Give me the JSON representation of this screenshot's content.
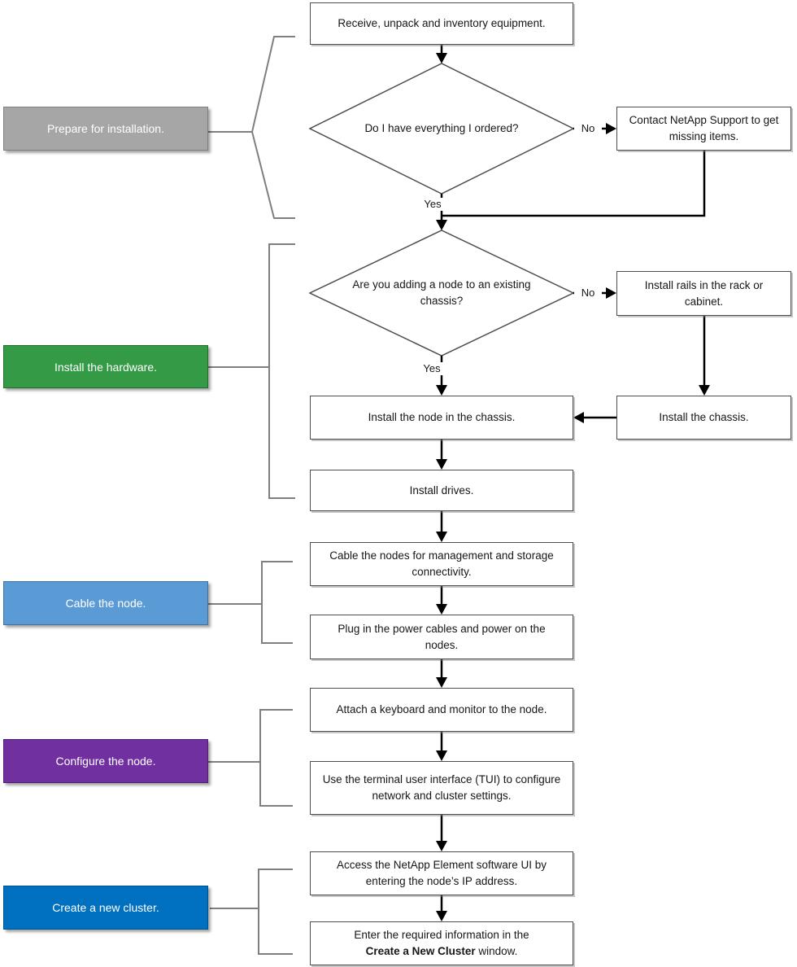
{
  "phases": [
    {
      "label": "Prepare for installation.",
      "color": "#a6a6a6",
      "border": "#7f7f7f"
    },
    {
      "label": "Install the hardware.",
      "color": "#349a46",
      "border": "#1f6e2d"
    },
    {
      "label": "Cable the node.",
      "color": "#5b9bd5",
      "border": "#41719c"
    },
    {
      "label": "Configure the node.",
      "color": "#7030a0",
      "border": "#4d1f73"
    },
    {
      "label": "Create a new cluster.",
      "color": "#0070c0",
      "border": "#00508a"
    }
  ],
  "steps": {
    "receive": "Receive, unpack and inventory equipment.",
    "decision_everything": "Do I have everything I ordered?",
    "contact_support": "Contact NetApp Support to get missing items.",
    "decision_existing_chassis": "Are you adding a node to an existing chassis?",
    "install_rails": "Install rails in the rack or cabinet.",
    "install_chassis": "Install the chassis.",
    "install_node": "Install the node in the chassis.",
    "install_drives": "Install drives.",
    "cable_nodes": "Cable the nodes for management and storage connectivity.",
    "plug_power": "Plug in the power cables and power on the nodes.",
    "attach_keyboard": "Attach a keyboard and monitor to the node.",
    "use_tui": "Use the terminal user interface (TUI) to configure network and cluster settings.",
    "access_element_ui": "Access the NetApp Element software UI by entering the node’s IP address.",
    "enter_info_line1": "Enter the required information in the",
    "enter_info_bold": "Create a New Cluster",
    "enter_info_suffix": " window."
  },
  "edge_labels": {
    "yes": "Yes",
    "no": "No"
  },
  "colors": {
    "flow_line": "#000000",
    "bracket_line": "#7f7f7f",
    "box_border": "#4d4d4d",
    "box_fill": "#ffffff"
  }
}
